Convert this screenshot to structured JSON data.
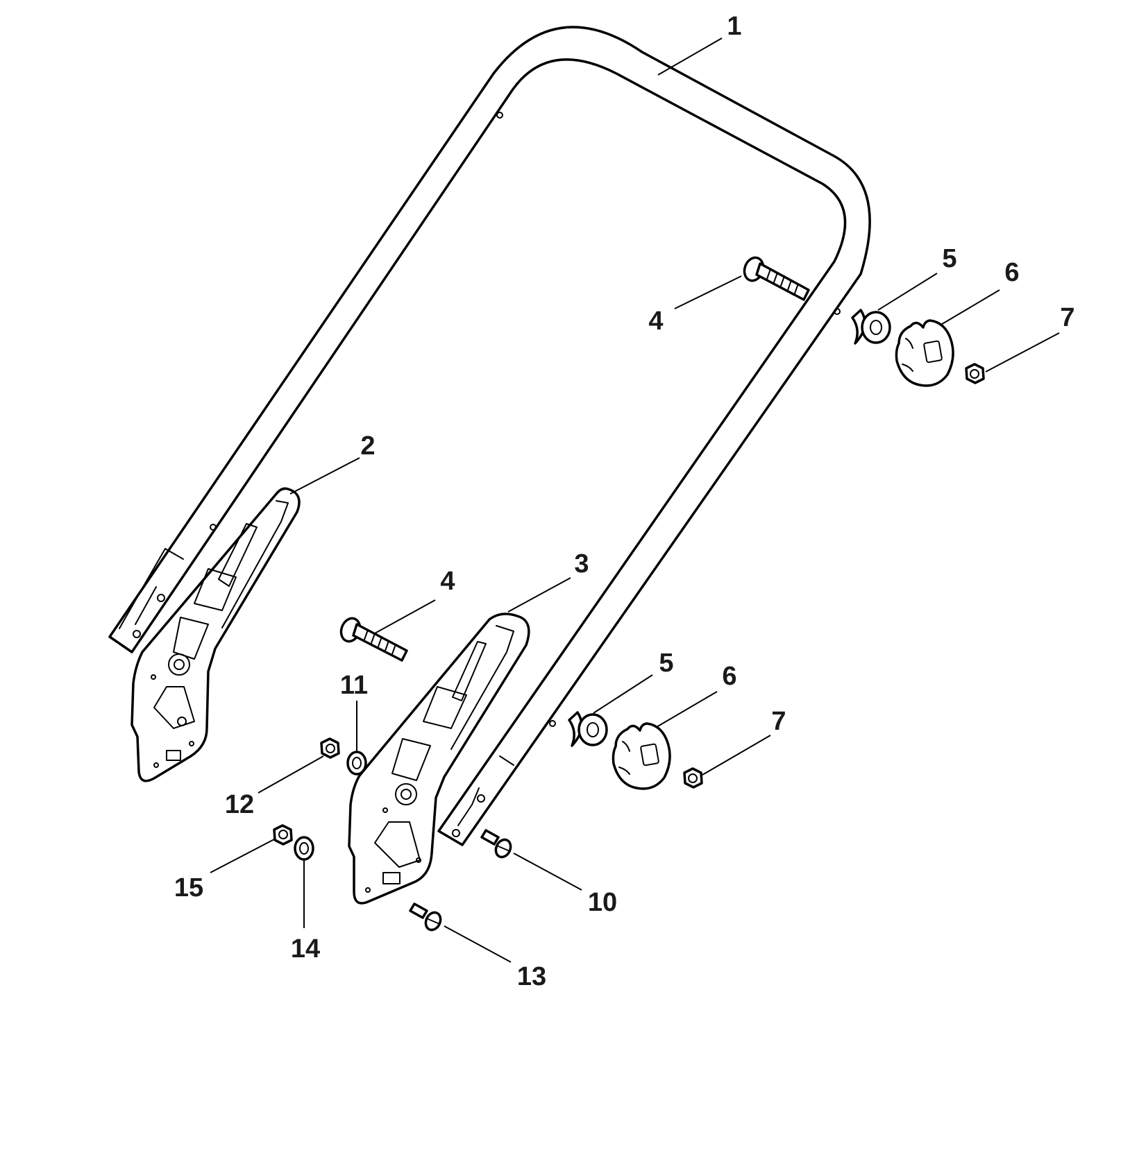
{
  "callouts": [
    {
      "id": "c1",
      "label": "1"
    },
    {
      "id": "c2",
      "label": "2"
    },
    {
      "id": "c3",
      "label": "3"
    },
    {
      "id": "c4a",
      "label": "4"
    },
    {
      "id": "c4b",
      "label": "4"
    },
    {
      "id": "c5a",
      "label": "5"
    },
    {
      "id": "c5b",
      "label": "5"
    },
    {
      "id": "c6a",
      "label": "6"
    },
    {
      "id": "c6b",
      "label": "6"
    },
    {
      "id": "c7a",
      "label": "7"
    },
    {
      "id": "c7b",
      "label": "7"
    },
    {
      "id": "c10",
      "label": "10"
    },
    {
      "id": "c11",
      "label": "11"
    },
    {
      "id": "c12",
      "label": "12"
    },
    {
      "id": "c13",
      "label": "13"
    },
    {
      "id": "c14",
      "label": "14"
    },
    {
      "id": "c15",
      "label": "15"
    }
  ]
}
